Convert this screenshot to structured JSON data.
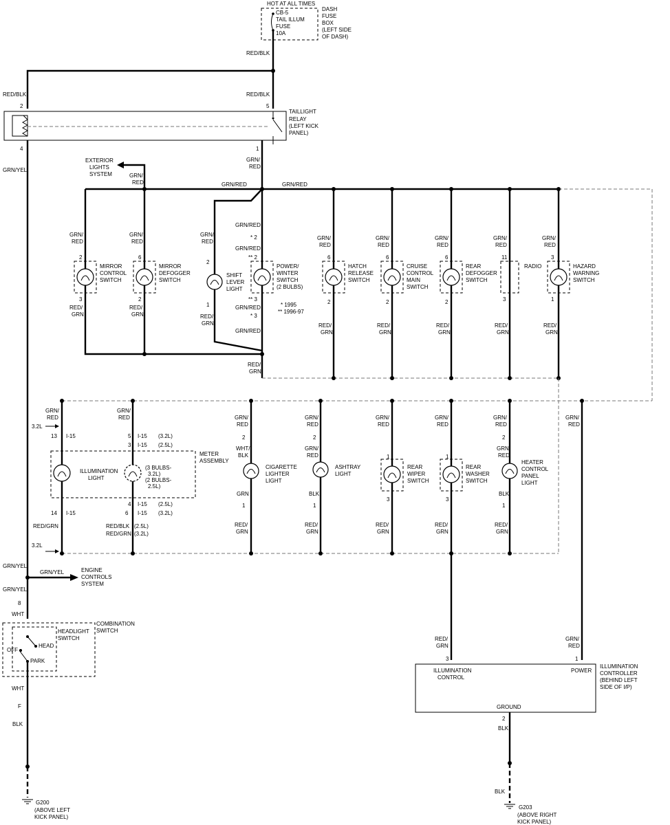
{
  "fuse": {
    "hot": "HOT AT ALL TIMES",
    "line1": "CB-5",
    "line2": "TAIL ILLUM",
    "line3": "FUSE",
    "line4": "10A",
    "box1": "DASH",
    "box2": "FUSE",
    "box3": "BOX",
    "box4": "(LEFT SIDE",
    "box5": "OF DASH)"
  },
  "relay": {
    "l1": "TAILLIGHT",
    "l2": "RELAY",
    "l3": "(LEFT KICK",
    "l4": "PANEL)"
  },
  "wires": {
    "red_blk": "RED/BLK",
    "grn_red": "GRN/RED",
    "grn": "GRN/",
    "red": "RED",
    "red_s": "RED/",
    "grn_s": "GRN",
    "grn_yel": "GRN/YEL",
    "wht": "WHT",
    "blk": "BLK",
    "wht_blk1": "WHT/",
    "blk2": "BLK",
    "red_grn": "RED/GRN"
  },
  "pins": {
    "p1": "1",
    "p2": "2",
    "p3": "3",
    "p4": "4",
    "p5": "5",
    "p6": "6",
    "p8": "8",
    "p11": "11",
    "p13": "13",
    "p14": "14",
    "pf": "F",
    "s2": "* 2",
    "ss2": "** 2",
    "ss3": "** 3",
    "s3": "* 3"
  },
  "ext": {
    "l1": "EXTERIOR",
    "l2": "LIGHTS",
    "l3": "SYSTEM"
  },
  "switches": {
    "mirror": [
      "MIRROR",
      "CONTROL",
      "SWITCH"
    ],
    "defog": [
      "MIRROR",
      "DEFOGGER",
      "SWITCH"
    ],
    "shift": [
      "SHIFT",
      "LEVER",
      "LIGHT"
    ],
    "power": [
      "POWER/",
      "WINTER",
      "SWITCH",
      "(2 BULBS)"
    ],
    "hatch": [
      "HATCH",
      "RELEASE",
      "SWITCH"
    ],
    "cruise": [
      "CRUISE",
      "CONTROL",
      "MAIN",
      "SWITCH"
    ],
    "rear_defog": [
      "REAR",
      "DEFOGGER",
      "SWITCH"
    ],
    "radio": "RADIO",
    "hazard": [
      "HAZARD",
      "WARNING",
      "SWITCH"
    ]
  },
  "notes": {
    "n1": "* 1995",
    "n2": "** 1996-97"
  },
  "meter": {
    "title1": "METER",
    "title2": "ASSEMBLY",
    "illum1": "ILLUMINATION",
    "illum2": "LIGHT",
    "b1": "(3 BULBS-",
    "b2": "3.2L)",
    "b3": "(2 BULBS-",
    "b4": "2.5L)",
    "i15": "I-15",
    "l32": "(3.2L)",
    "l25": "(2.5L)",
    "s32": "3.2L",
    "red_blk": "RED/BLK",
    "red_grn": "RED/GRN"
  },
  "lower": {
    "cig": [
      "CIGARETTE",
      "LIGHTER",
      "LIGHT"
    ],
    "ash": [
      "ASHTRAY",
      "LIGHT"
    ],
    "wiper": [
      "REAR",
      "WIPER",
      "SWITCH"
    ],
    "washer": [
      "REAR",
      "WASHER",
      "SWITCH"
    ],
    "heater": [
      "HEATER",
      "CONTROL",
      "PANEL",
      "LIGHT"
    ]
  },
  "engine": {
    "l1": "ENGINE",
    "l2": "CONTROLS",
    "l3": "SYSTEM"
  },
  "combo": {
    "title1": "COMBINATION",
    "title2": "SWITCH",
    "hl1": "HEADLIGHT",
    "hl2": "SWITCH",
    "off": "OFF",
    "head": "HEAD",
    "park": "PARK"
  },
  "controller": {
    "illum1": "ILLUMINATION",
    "illum2": "CONTROL",
    "power": "POWER",
    "ground": "GROUND",
    "c1": "ILLUMINATION",
    "c2": "CONTROLLER",
    "c3": "(BEHIND LEFT",
    "c4": "SIDE OF I/P)"
  },
  "grounds": {
    "g200": "G200",
    "g200a": "(ABOVE LEFT",
    "g200b": "KICK PANEL)",
    "g203": "G203",
    "g203a": "(ABOVE RIGHT",
    "g203b": "KICK PANEL)"
  }
}
